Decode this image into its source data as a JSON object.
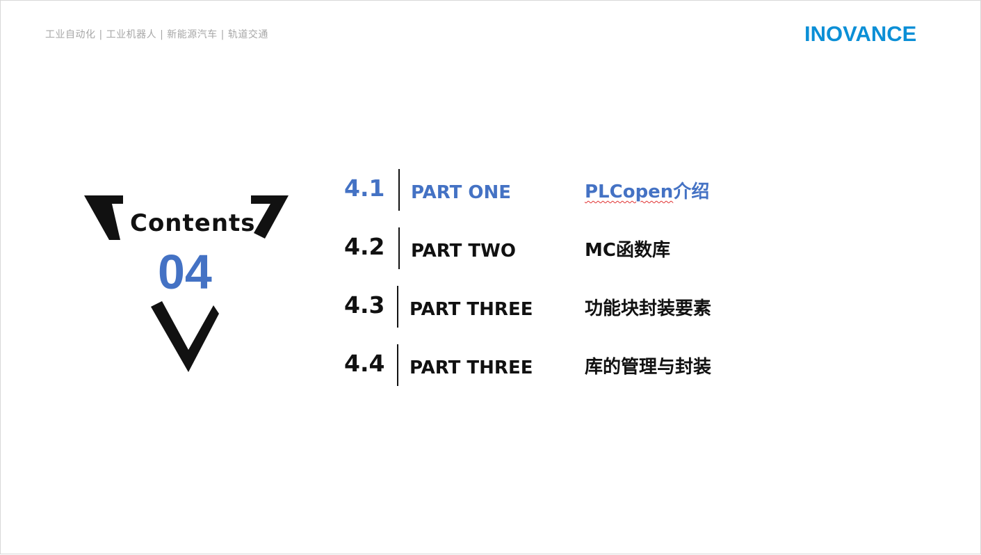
{
  "header": {
    "tagline": "工业自动化  |  工业机器人 | 新能源汽车 |  轨道交通",
    "logo_text": "INOVANCE"
  },
  "colors": {
    "accent": "#4472c4",
    "brand": "#0b8fd6",
    "text": "#111111",
    "tagline": "#a7a7a7",
    "spellcheck": "#e03030"
  },
  "badge": {
    "contents_label": "Contents",
    "section_number": "04"
  },
  "toc": {
    "items": [
      {
        "number": "4.1",
        "part": "PART ONE",
        "title_latin": "PLCopen",
        "title_cjk": "介绍",
        "active": true
      },
      {
        "number": "4.2",
        "part": "PART TWO",
        "title": "MC函数库",
        "active": false
      },
      {
        "number": "4.3",
        "part": "PART THREE",
        "title": "功能块封装要素",
        "active": false
      },
      {
        "number": "4.4",
        "part": "PART THREE",
        "title": "库的管理与封装",
        "active": false
      }
    ]
  }
}
